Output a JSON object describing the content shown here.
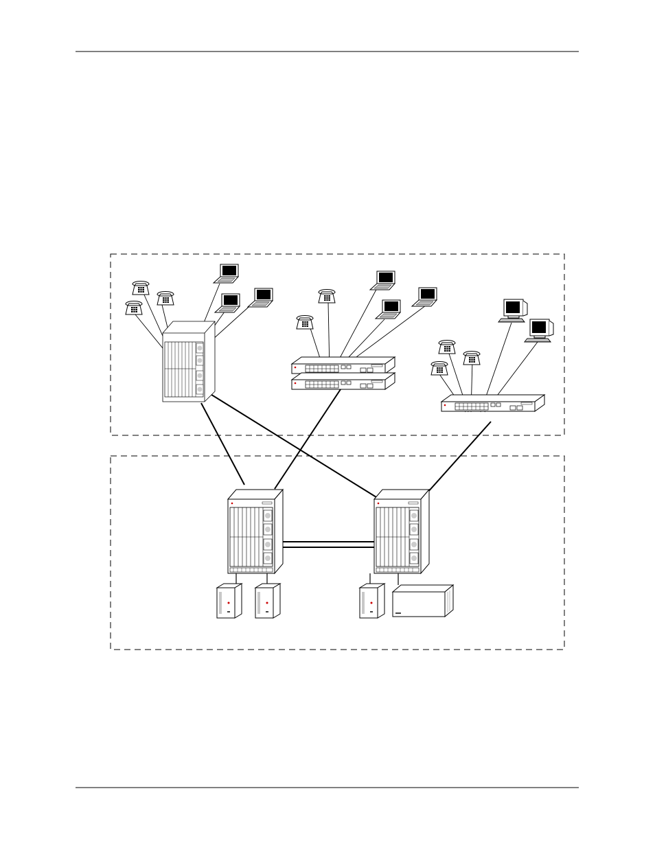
{
  "page": {
    "header_rule": true,
    "footer_rule": true
  },
  "diagram": {
    "kind": "network-topology",
    "text_labels": [],
    "zones": [
      {
        "id": "edge-zone",
        "style": "dashed-rectangle"
      },
      {
        "id": "core-zone",
        "style": "dashed-rectangle"
      }
    ],
    "nodes": [
      {
        "id": "chassis-switch-edge",
        "type": "chassis-switch",
        "zone": "edge-zone"
      },
      {
        "id": "stacked-switch-edge",
        "type": "stackable-switch-pair",
        "zone": "edge-zone"
      },
      {
        "id": "standalone-switch-edge",
        "type": "standalone-switch",
        "zone": "edge-zone"
      },
      {
        "id": "core-chassis-left",
        "type": "chassis-switch",
        "zone": "core-zone"
      },
      {
        "id": "core-chassis-right",
        "type": "chassis-switch",
        "zone": "core-zone"
      },
      {
        "id": "server-1",
        "type": "tower-server",
        "zone": "core-zone"
      },
      {
        "id": "server-2",
        "type": "tower-server",
        "zone": "core-zone"
      },
      {
        "id": "server-3",
        "type": "tower-server",
        "zone": "core-zone"
      },
      {
        "id": "server-4",
        "type": "desktop-server",
        "zone": "core-zone"
      },
      {
        "id": "phone-a1",
        "type": "ip-phone"
      },
      {
        "id": "phone-a2",
        "type": "ip-phone"
      },
      {
        "id": "phone-a3",
        "type": "ip-phone"
      },
      {
        "id": "laptop-a1",
        "type": "laptop"
      },
      {
        "id": "laptop-a2",
        "type": "laptop"
      },
      {
        "id": "laptop-a3",
        "type": "laptop"
      },
      {
        "id": "phone-b1",
        "type": "ip-phone"
      },
      {
        "id": "phone-b2",
        "type": "ip-phone"
      },
      {
        "id": "laptop-b1",
        "type": "laptop"
      },
      {
        "id": "laptop-b2",
        "type": "laptop"
      },
      {
        "id": "laptop-b3",
        "type": "laptop"
      },
      {
        "id": "phone-c1",
        "type": "ip-phone"
      },
      {
        "id": "phone-c2",
        "type": "ip-phone"
      },
      {
        "id": "phone-c3",
        "type": "ip-phone"
      },
      {
        "id": "workstation-c1",
        "type": "desktop-pc"
      },
      {
        "id": "workstation-c2",
        "type": "desktop-pc"
      }
    ],
    "links": [
      [
        "chassis-switch-edge",
        "core-chassis-left"
      ],
      [
        "chassis-switch-edge",
        "core-chassis-right"
      ],
      [
        "stacked-switch-edge",
        "core-chassis-left"
      ],
      [
        "standalone-switch-edge",
        "core-chassis-right"
      ],
      [
        "core-chassis-left",
        "core-chassis-right"
      ],
      [
        "core-chassis-left",
        "server-1"
      ],
      [
        "core-chassis-left",
        "server-2"
      ],
      [
        "core-chassis-right",
        "server-3"
      ],
      [
        "core-chassis-right",
        "server-4"
      ]
    ],
    "colors": {
      "line": "#000000",
      "accent": "#cc0000",
      "panel": "#e8e8e8"
    }
  }
}
